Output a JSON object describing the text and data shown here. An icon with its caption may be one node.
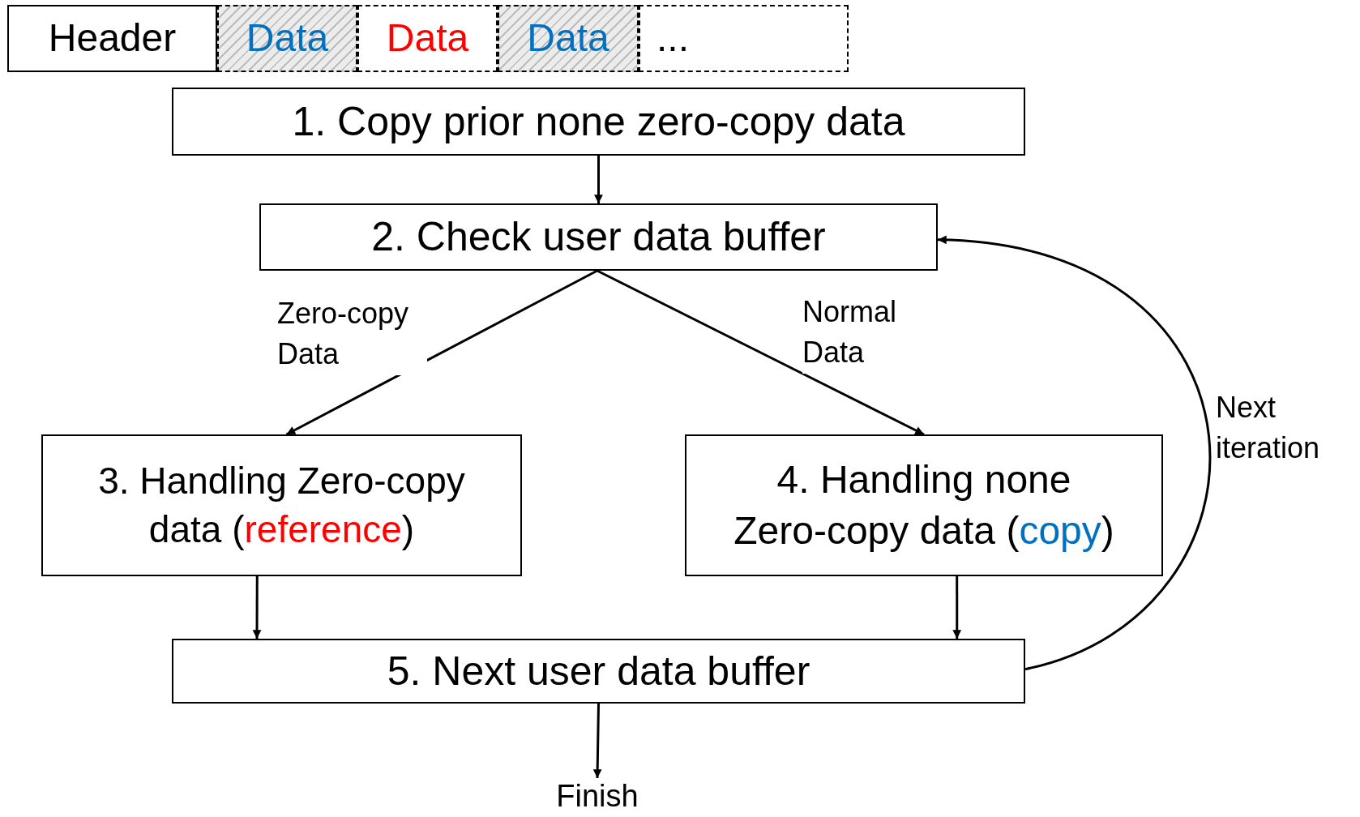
{
  "diagram": {
    "nodes": [
      {
        "text": [
          "Header"
        ]
      },
      {
        "text": [
          "Data"
        ]
      },
      {
        "text": [
          "Data"
        ]
      },
      {
        "text": [
          "Data"
        ]
      },
      {
        "text": [
          "..."
        ]
      },
      {
        "text": [
          "1. Copy prior none zero-copy data"
        ]
      },
      {
        "text": [
          "2. Check user data buffer"
        ]
      },
      {
        "text": [
          "3. Handling Zero-copy data (reference)"
        ]
      },
      {
        "text": [
          "4. Handling none Zero-copy data (copy)"
        ]
      },
      {
        "text": [
          "5. Next user data buffer"
        ]
      },
      {
        "text": [
          "Finish"
        ]
      }
    ],
    "edges": [
      {
        "from": 5,
        "to": 6,
        "arrow": "to"
      },
      {
        "from": 6,
        "to": 7,
        "arrow": "to",
        "label": "Zero-copy Data"
      },
      {
        "from": 6,
        "to": 8,
        "arrow": "to",
        "label": "Normal Data"
      },
      {
        "from": 7,
        "to": 9,
        "arrow": "to"
      },
      {
        "from": 8,
        "to": 9,
        "arrow": "to"
      },
      {
        "from": 9,
        "to": 6,
        "arrow": "to",
        "label": "Next iteration"
      },
      {
        "from": 9,
        "to": 10,
        "arrow": "to"
      }
    ]
  }
}
